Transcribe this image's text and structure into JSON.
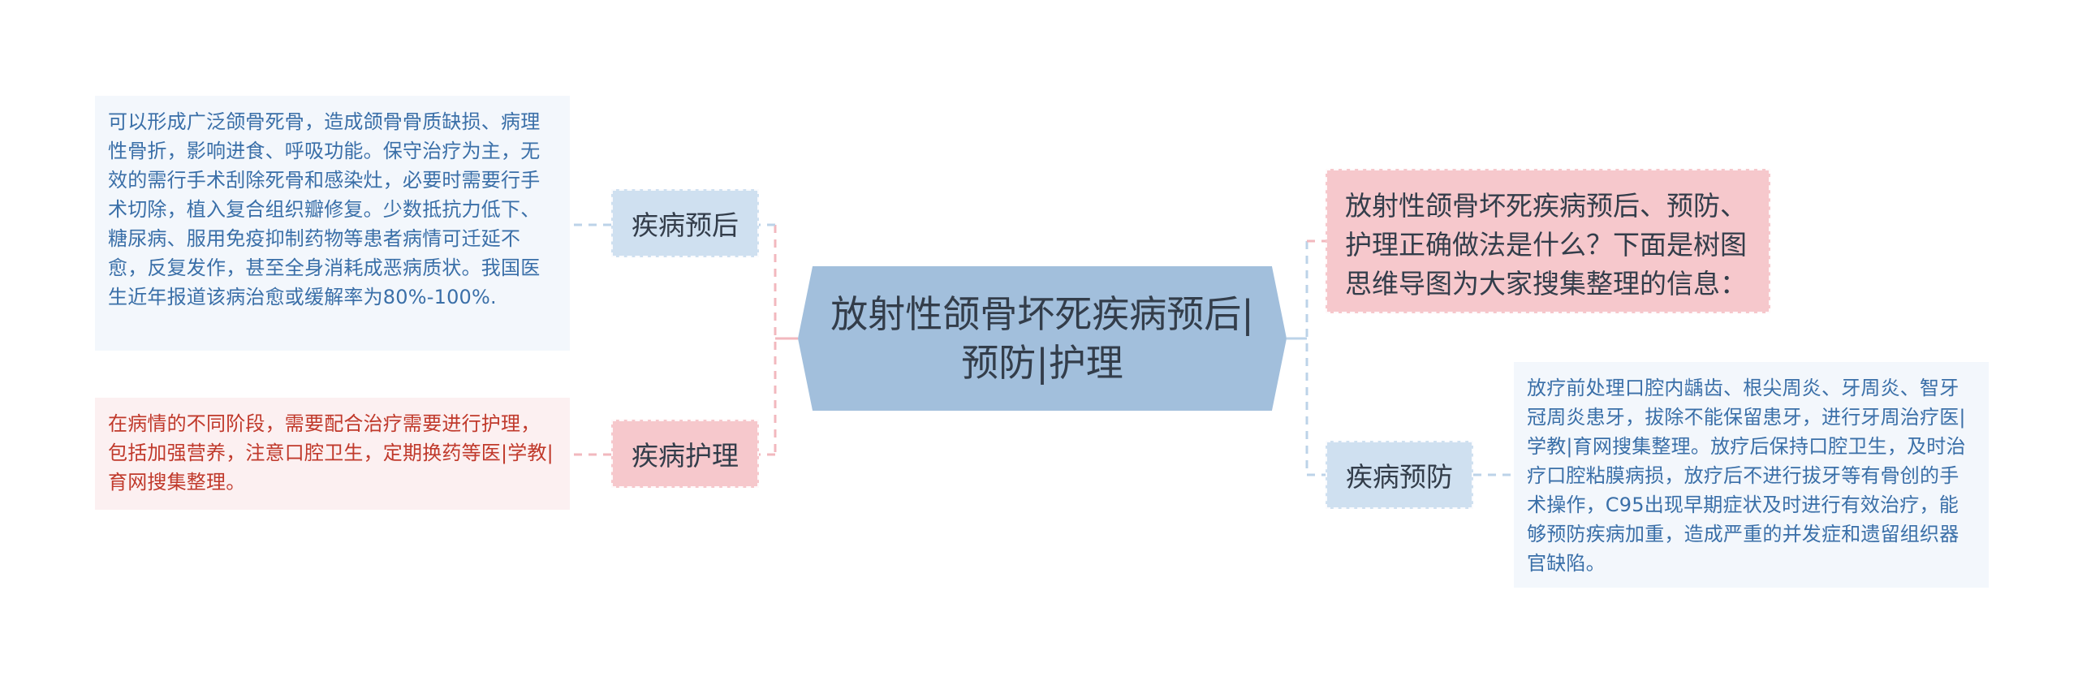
{
  "colors": {
    "root_bg": "#a2bfdc",
    "blue_tag": "#cfe0f0",
    "pink_tag": "#f6c8cc",
    "blue_note_bg": "#f3f7fc",
    "pink_note_bg": "#fcf0f1",
    "blue_link": "#bcd3e8",
    "pink_link": "#f2b8be"
  },
  "root": {
    "title": "放射性颌骨坏死疾病预后|预防|护理"
  },
  "intro": {
    "text": "放射性颌骨坏死疾病预后、预防、护理正确做法是什么？下面是树图思维导图为大家搜集整理的信息："
  },
  "branches": {
    "prognosis": {
      "label": "疾病预后",
      "note": "可以形成广泛颌骨死骨，造成颌骨骨质缺损、病理性骨折，影响进食、呼吸功能。保守治疗为主，无效的需行手术刮除死骨和感染灶，必要时需要行手术切除，植入复合组织瓣修复。少数抵抗力低下、糖尿病、服用免疫抑制药物等患者病情可迁延不愈，反复发作，甚至全身消耗成恶病质状。我国医生近年报道该病治愈或缓解率为80%-100%."
    },
    "nursing": {
      "label": "疾病护理",
      "note": "在病情的不同阶段，需要配合治疗需要进行护理，包括加强营养，注意口腔卫生，定期换药等医|学教|育网搜集整理。"
    },
    "prevention": {
      "label": "疾病预防",
      "note": "放疗前处理口腔内龋齿、根尖周炎、牙周炎、智牙冠周炎患牙，拔除不能保留患牙，进行牙周治疗医|学教|育网搜集整理。放疗后保持口腔卫生，及时治疗口腔粘膜病损，放疗后不进行拔牙等有骨创的手术操作，C95出现早期症状及时进行有效治疗，能够预防疾病加重，造成严重的并发症和遗留组织器官缺陷。"
    }
  }
}
